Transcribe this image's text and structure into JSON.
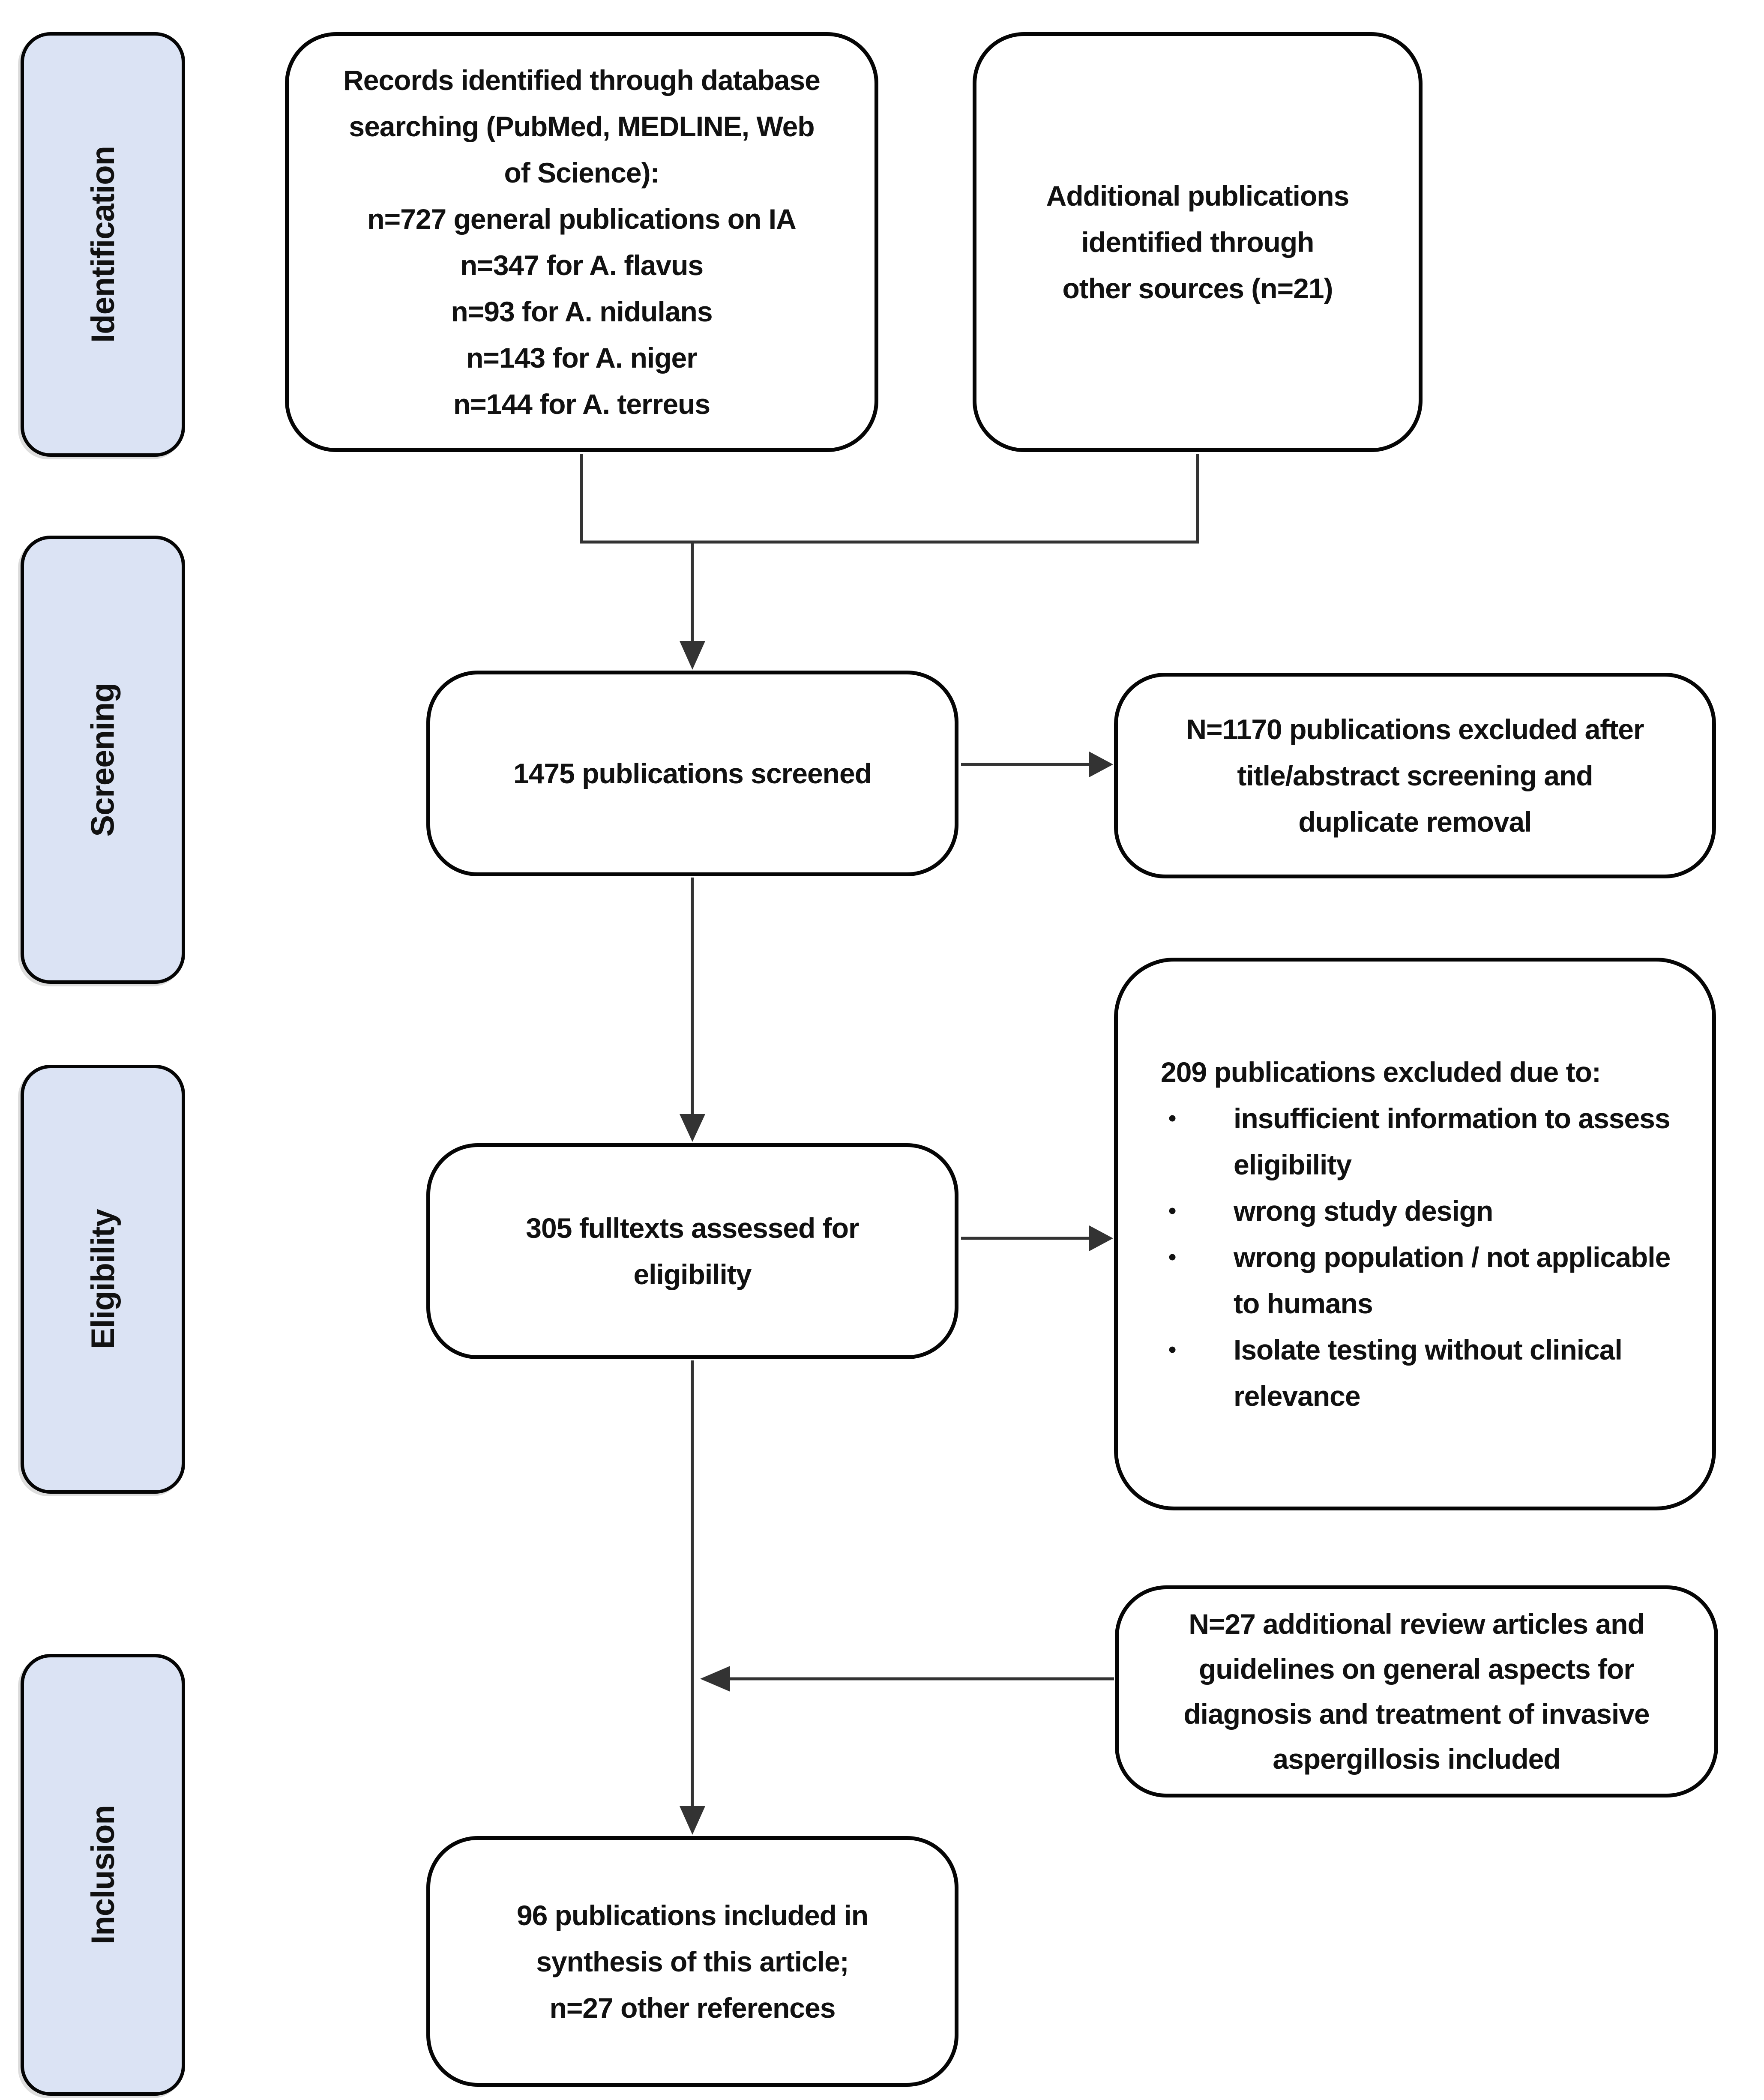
{
  "sidebar": {
    "stages": [
      "Identification",
      "Screening",
      "Eligibility",
      "Inclusion"
    ]
  },
  "boxes": {
    "records": {
      "lines": [
        "Records identified through database",
        "searching (PubMed, MEDLINE, Web",
        "of Science):",
        "n=727 general publications on IA",
        "n=347 for A. flavus",
        "n=93 for A. nidulans",
        "n=143 for A. niger",
        "n=144 for A. terreus"
      ]
    },
    "additional_sources": {
      "lines": [
        "Additional publications",
        "identified through",
        "other sources (n=21)"
      ]
    },
    "screened": {
      "lines": [
        "1475 publications screened"
      ]
    },
    "excluded_screening": {
      "lines": [
        "N=1170 publications excluded after",
        "title/abstract screening and",
        "duplicate removal"
      ]
    },
    "fulltexts": {
      "lines": [
        "305 fulltexts assessed for",
        "eligibility"
      ]
    },
    "excluded_eligibility": {
      "heading": "209 publications excluded due to:",
      "bullet_char": "•",
      "bullets": [
        "insufficient information to assess eligibility",
        "wrong study design",
        "wrong population / not applicable to humans",
        "Isolate testing without clinical relevance"
      ]
    },
    "additional_reviews": {
      "lines": [
        "N=27 additional review articles and",
        "guidelines on general aspects for",
        "diagnosis and treatment of invasive",
        "aspergillosis included"
      ]
    },
    "included": {
      "lines": [
        "96 publications included in",
        "synthesis of this article;",
        "n=27 other references"
      ]
    }
  },
  "colors": {
    "sidebar_fill": "#dbe3f4",
    "box_fill": "#ffffff",
    "border": "#050505",
    "text": "#111111",
    "connector": "#333333"
  }
}
